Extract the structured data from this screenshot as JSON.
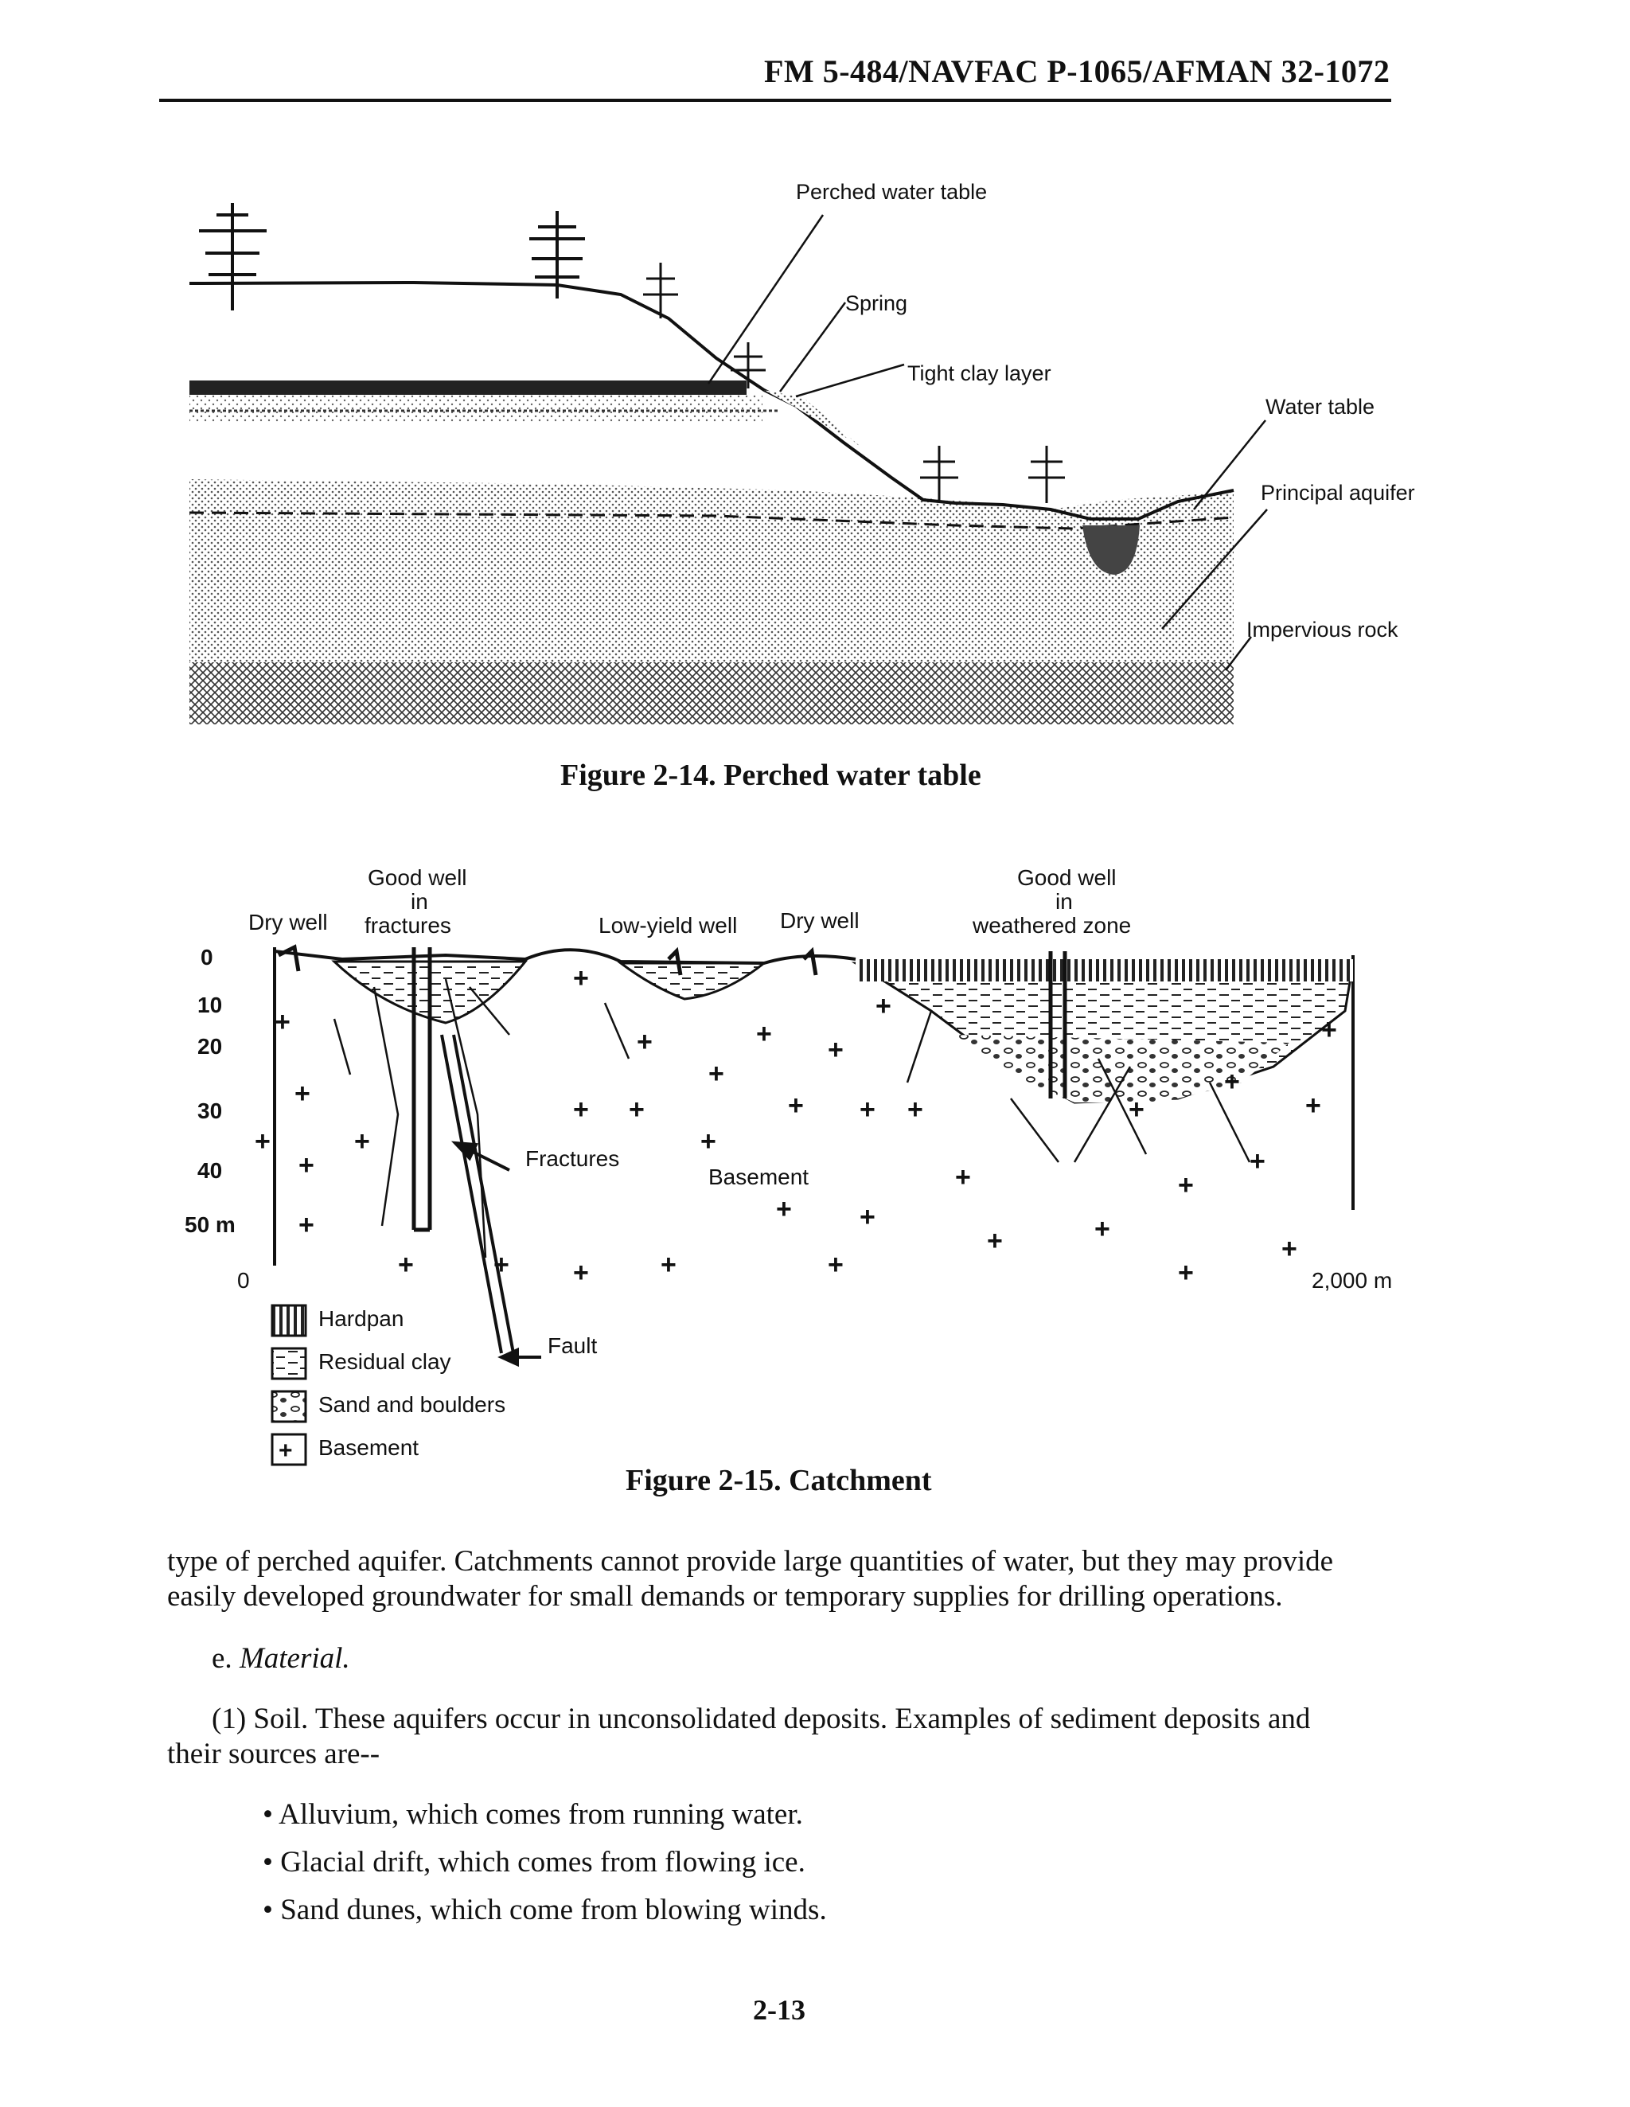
{
  "header": {
    "doc_id": "FM 5-484/NAVFAC P-1065/AFMAN 32-1072"
  },
  "figure14": {
    "caption": "Figure 2-14. Perched water table",
    "labels": {
      "perched": "Perched water table",
      "spring": "Spring",
      "tight_clay": "Tight clay layer",
      "water_table": "Water table",
      "principal_aquifer": "Principal aquifer",
      "impervious_rock": "Impervious rock"
    }
  },
  "figure15": {
    "caption": "Figure 2-15. Catchment",
    "wells": {
      "dry_well_1": "Dry well",
      "good_well_fractures": [
        "Good well",
        "in",
        "fractures"
      ],
      "low_yield": "Low-yield well",
      "dry_well_2": "Dry well",
      "good_well_weathered": [
        "Good well",
        "in",
        "weathered zone"
      ]
    },
    "depth_ticks": [
      "0",
      "10",
      "20",
      "30",
      "40",
      "50 m"
    ],
    "x_ticks": [
      "0",
      "2,000 m"
    ],
    "annotations": {
      "fractures": "Fractures",
      "basement": "Basement",
      "fault": "Fault"
    },
    "legend": [
      "Hardpan",
      "Residual clay",
      "Sand and boulders",
      "Basement"
    ]
  },
  "body": {
    "para1_line1": "type of perched aquifer. Catchments cannot provide large quantities of water, but they may provide",
    "para1_line2": "easily developed groundwater for small demands or temporary supplies for drilling operations.",
    "section_marker": "e.",
    "section_title": "Material.",
    "para2_line1": "(1) Soil. These aquifers occur in unconsolidated deposits. Examples of sediment deposits and",
    "para2_line2": "their sources are--",
    "bullets": [
      "Alluvium, which comes from running water.",
      "Glacial drift, which comes from flowing ice.",
      "Sand dunes, which come from blowing winds."
    ]
  },
  "footer": {
    "page_number": "2-13"
  }
}
